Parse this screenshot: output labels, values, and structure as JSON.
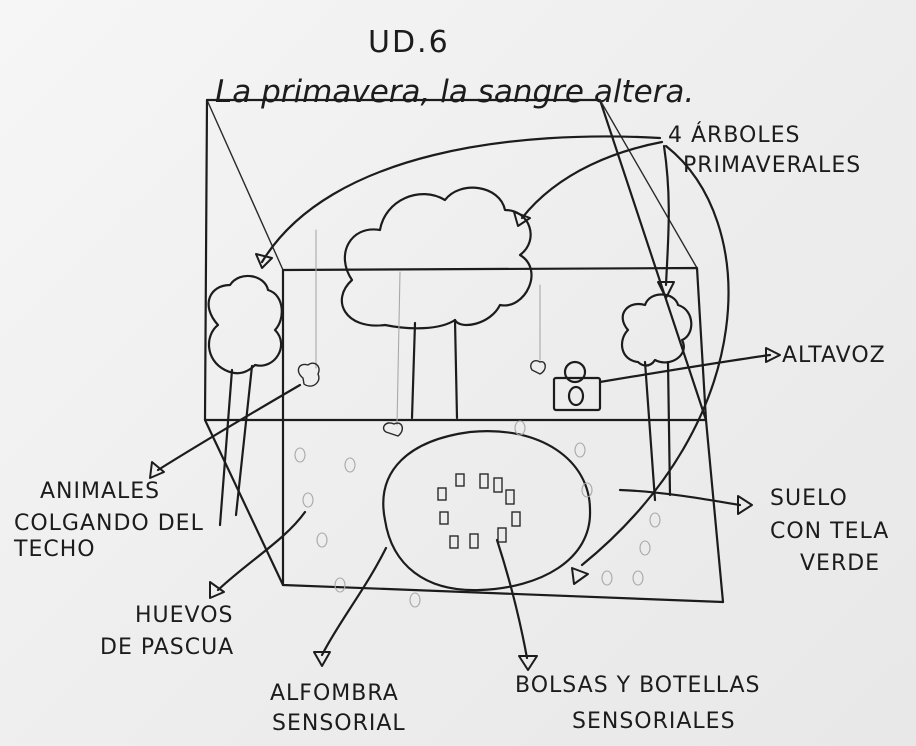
{
  "title": "UD.6",
  "subtitle": "La primavera, la sangre altera.",
  "labels": {
    "trees": [
      "4 ÁRBOLES",
      "PRIMAVERALES"
    ],
    "speaker": "ALTAVOZ",
    "animals": [
      "ANIMALES",
      "COLGANDO DEL",
      "TECHO"
    ],
    "floor": [
      "SUELO",
      "CON TELA",
      "VERDE"
    ],
    "eggs": [
      "HUEVOS",
      "DE PASCUA"
    ],
    "carpet": [
      "ALFOMBRA",
      "SENSORIAL"
    ],
    "bags": [
      "BOLSAS Y BOTELLAS",
      "SENSORIALES"
    ]
  },
  "colors": {
    "ink": "#1c1c1c",
    "paper": "#f2f2f2",
    "pencil": "#a9a9a9"
  }
}
